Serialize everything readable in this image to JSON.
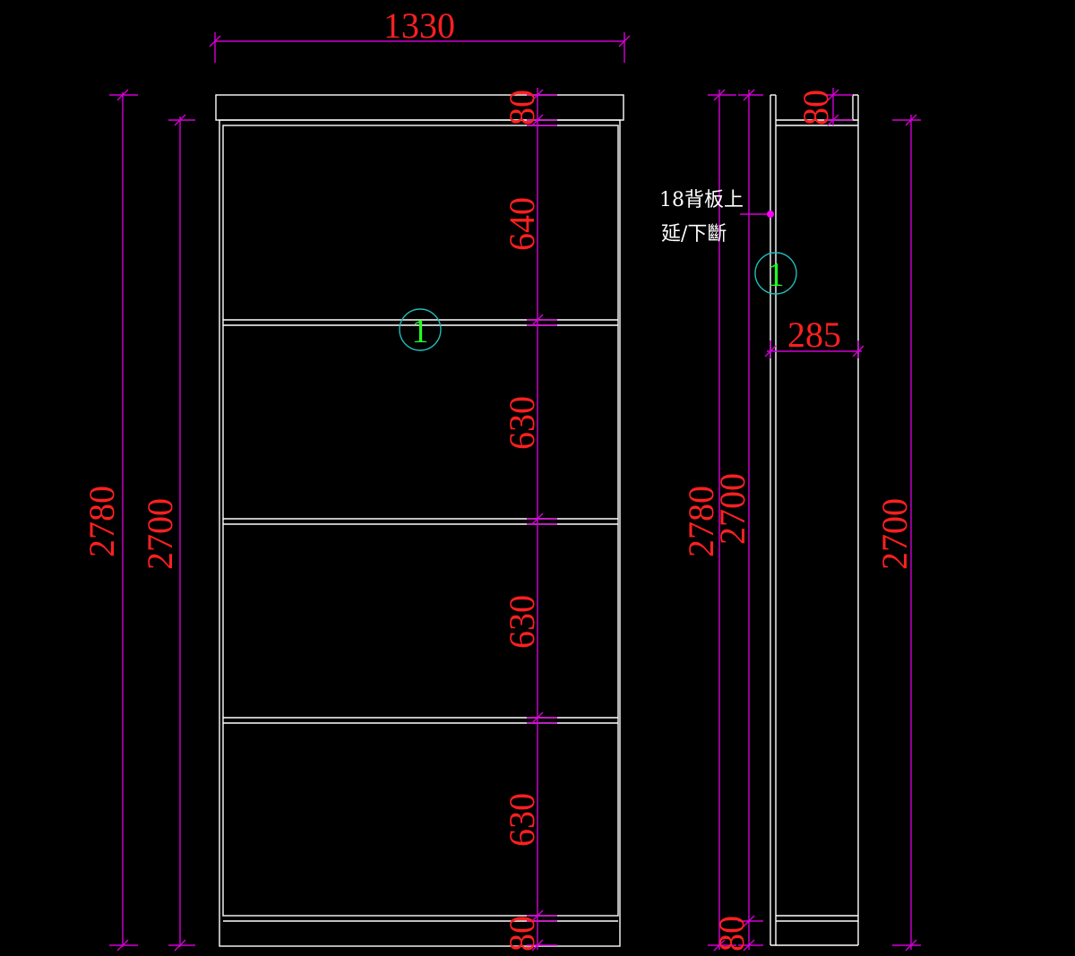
{
  "colors": {
    "background": "#000000",
    "outline": "#ffffff",
    "dimension_line": "#d400d4",
    "dimension_text": "#ff2020",
    "balloon_circle": "#22bbbb",
    "balloon_number": "#22ff22",
    "leader_dot": "#ff00ff",
    "note_text": "#ffffff"
  },
  "front_view": {
    "overall_width": "1330",
    "overall_height": "2780",
    "inner_height": "2700",
    "segments": [
      "80",
      "640",
      "630",
      "630",
      "630",
      "80"
    ],
    "balloon": "1"
  },
  "side_view": {
    "overall_height": "2780",
    "inner_height": "2700",
    "right_height": "2700",
    "top_offset": "80",
    "bottom_offset": "80",
    "depth": "285",
    "balloon": "1",
    "note_line1": "18背板上",
    "note_line2": "延/下斷"
  }
}
